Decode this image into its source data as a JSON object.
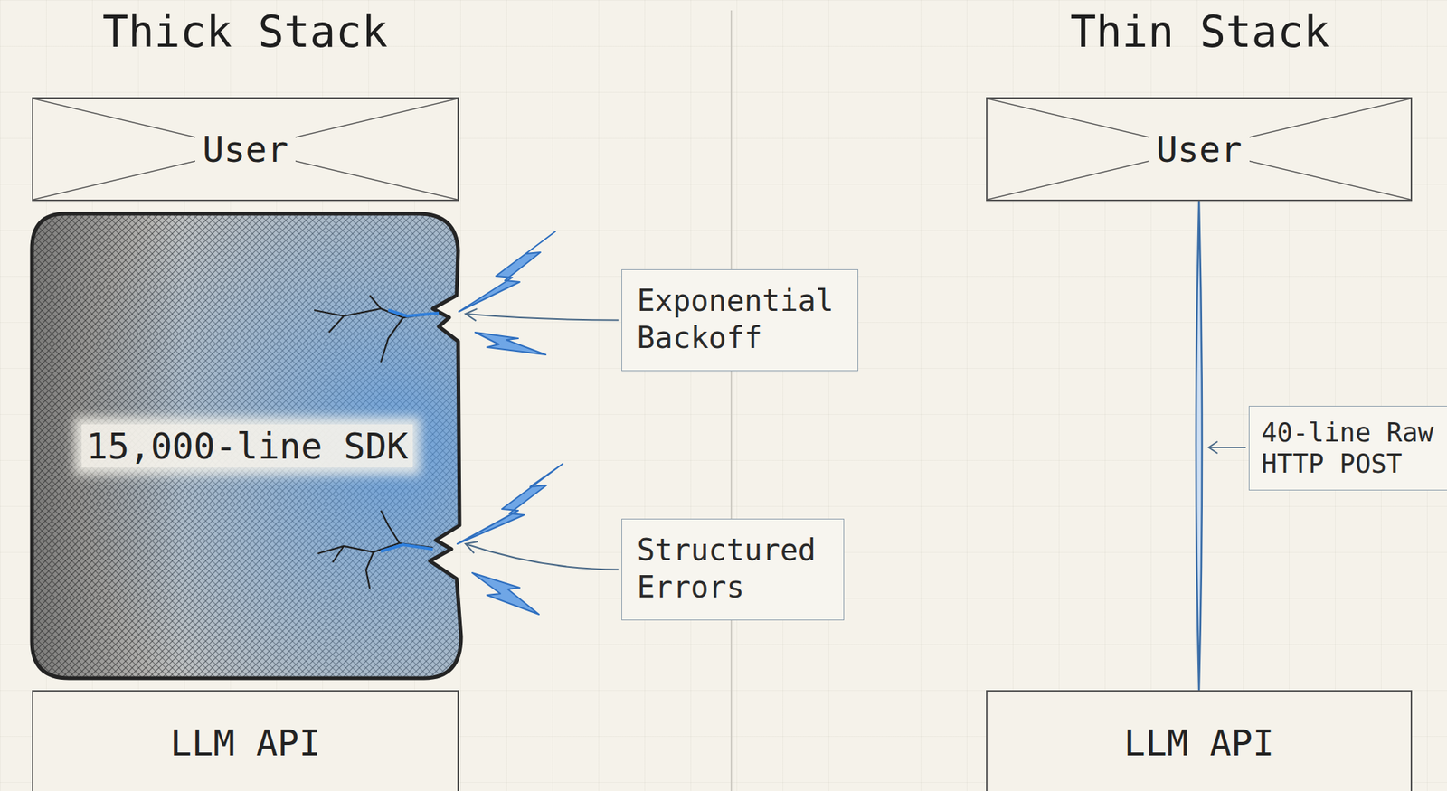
{
  "diagram": {
    "nodes": [
      {
        "text": [
          "User"
        ]
      },
      {
        "text": [
          "15,000-line SDK"
        ]
      },
      {
        "text": [
          "Exponential Backoff"
        ]
      },
      {
        "text": [
          "Structured Errors"
        ]
      },
      {
        "text": [
          "LLM API"
        ]
      },
      {
        "text": [
          "User"
        ]
      },
      {
        "text": [
          "40-line Raw HTTP POST"
        ]
      },
      {
        "text": [
          "LLM API"
        ]
      }
    ],
    "edges": [
      {
        "from": 2,
        "to": 1,
        "arrow": "to"
      },
      {
        "from": 3,
        "to": 1,
        "arrow": "to"
      },
      {
        "from": 5,
        "to": 7,
        "arrow": "none"
      }
    ],
    "labels": [
      "Thick Stack",
      "Thin Stack"
    ]
  }
}
